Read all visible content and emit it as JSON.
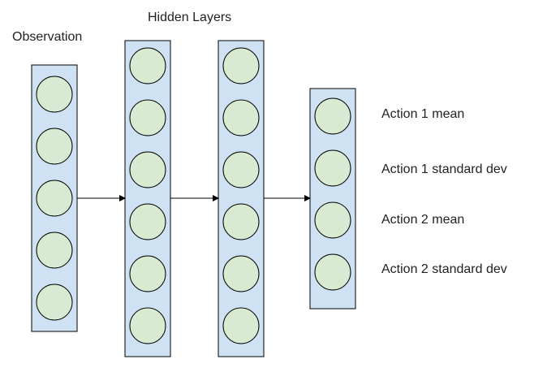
{
  "diagram": {
    "observation_label": "Observation",
    "hidden_label": "Hidden Layers",
    "output_labels": [
      "Action 1 mean",
      "Action 1 standard dev",
      "Action 2 mean",
      "Action 2 standard dev"
    ],
    "layers": [
      {
        "name": "observation",
        "node_count": 5
      },
      {
        "name": "hidden-1",
        "node_count": 6
      },
      {
        "name": "hidden-2",
        "node_count": 6
      },
      {
        "name": "output",
        "node_count": 4
      }
    ],
    "colors": {
      "layer_fill": "#cfe2f3",
      "node_fill": "#d9ead3",
      "stroke": "#000000",
      "text": "#222222"
    }
  }
}
